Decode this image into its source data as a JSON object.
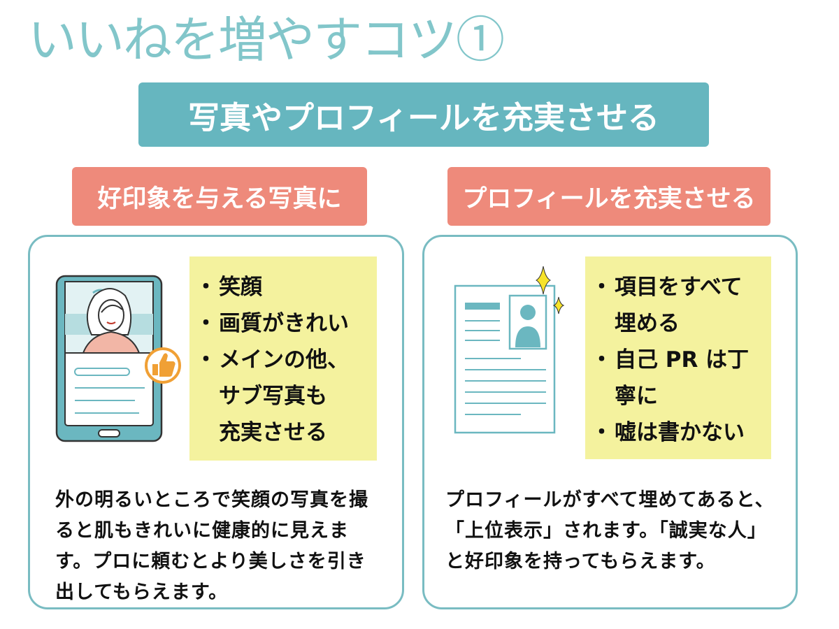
{
  "heading": "いいねを増やすコツ①",
  "banner": "写真やプロフィールを充実させる",
  "left_card": {
    "tag": "好印象を与える写真に",
    "points": [
      "笑顔",
      "画質がきれい",
      "メインの他、\nサブ写真も\n充実させる"
    ],
    "description": "外の明るいところで笑顔の写真を撮ると肌もきれいに健康的に見えます。プロに頼むとより美しさを引き出してもらえます。",
    "illustration_icons": [
      "smartphone-icon",
      "thumbs-up-icon",
      "portrait-photo-icon"
    ]
  },
  "right_card": {
    "tag": "プロフィールを充実させる",
    "points": [
      "項目をすべて\n埋める",
      "自己 PR は丁\n寧に",
      "嘘は書かない"
    ],
    "description": "プロフィールがすべて埋めてあると、「上位表示」されます。「誠実な人」と好印象を持ってもらえます。",
    "illustration_icons": [
      "profile-document-icon",
      "sparkle-icon"
    ]
  },
  "colors": {
    "heading": "#82c6ca",
    "banner": "#66b6bf",
    "tag": "#ee8a7b",
    "card_border": "#79bcc2",
    "note": "#f4f29e",
    "accent_orange": "#f0a035"
  }
}
